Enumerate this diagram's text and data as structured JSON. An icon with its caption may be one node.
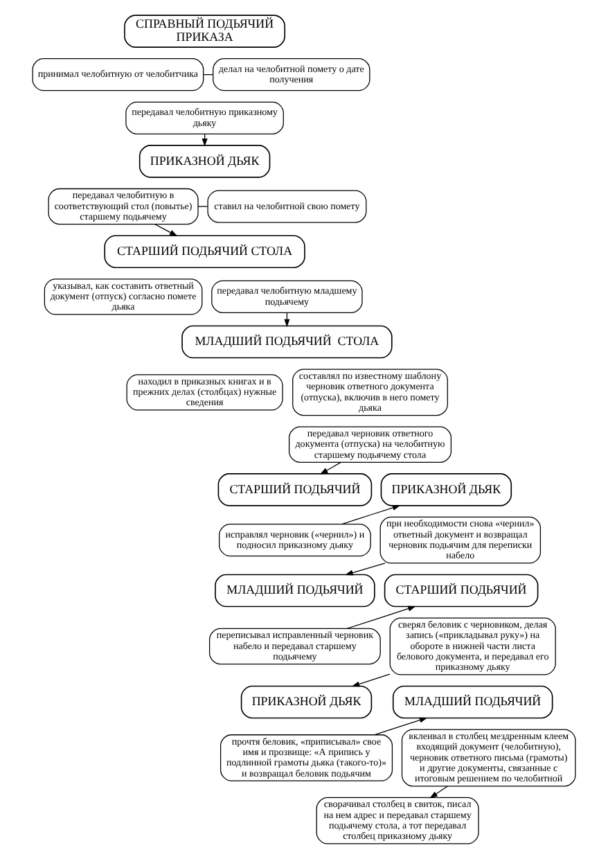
{
  "diagram": {
    "nodes": [
      {
        "text": [
          "СПРАВНЫЙ ПОДЬЯЧИЙ ПРИКАЗА"
        ]
      },
      {
        "text": [
          "принимал челобитную от челобитчика"
        ]
      },
      {
        "text": [
          "делал на челобитной помету о дате получения"
        ]
      },
      {
        "text": [
          "передавал челобитную приказному дьяку"
        ]
      },
      {
        "text": [
          "ПРИКАЗНОЙ ДЬЯК"
        ]
      },
      {
        "text": [
          "передавал челобитную в соответствующий стол (повытье) старшему подьячему"
        ]
      },
      {
        "text": [
          "ставил на челобитной свою помету"
        ]
      },
      {
        "text": [
          "СТАРШИЙ ПОДЬЯЧИЙ СТОЛА"
        ]
      },
      {
        "text": [
          "указывал, как составить ответный документ (отпуск) согласно помете дьяка"
        ]
      },
      {
        "text": [
          "передавал челобитную младшему подьячему"
        ]
      },
      {
        "text": [
          "МЛАДШИЙ ПОДЬЯЧИЙ  СТОЛА"
        ]
      },
      {
        "text": [
          "находил в приказных книгах и в прежних делах (столбцах) нужные сведения"
        ]
      },
      {
        "text": [
          "составлял по известному шаблону черновик ответного документа (отпуска), включив в него помету дьяка"
        ]
      },
      {
        "text": [
          "передавал черновик ответного документа (отпуска) на челобитную старшему подьячему стола"
        ]
      },
      {
        "text": [
          "СТАРШИЙ ПОДЬЯЧИЙ"
        ]
      },
      {
        "text": [
          "исправлял черновик («чернил») и подносил приказному дьяку"
        ]
      },
      {
        "text": [
          "ПРИКАЗНОЙ ДЬЯК"
        ]
      },
      {
        "text": [
          "при необходимости снова «чернил» ответный документ и возвращал черновик подьячим для переписки набело"
        ]
      },
      {
        "text": [
          "МЛАДШИЙ ПОДЬЯЧИЙ"
        ]
      },
      {
        "text": [
          "переписывал исправленный черновик набело и передавал старшему подьячему"
        ]
      },
      {
        "text": [
          "СТАРШИЙ ПОДЬЯЧИЙ"
        ]
      },
      {
        "text": [
          "сверял беловик с черновиком, делая запись («прикладывал руку») на обороте в нижней части листа белового документа, и передавал его приказному дьяку"
        ]
      },
      {
        "text": [
          "ПРИКАЗНОЙ ДЬЯК"
        ]
      },
      {
        "text": [
          "прочтя беловик, «приписывал» свое имя и прозвище: «А припись у подлинной грамоты дьяка (такого-то)» и возвращал беловик подьячим"
        ]
      },
      {
        "text": [
          "МЛАДШИЙ ПОДЬЯЧИЙ"
        ]
      },
      {
        "text": [
          "вклеивал в столбец мездренным клеем входящий документ (челобитную), черновик ответного письма (грамоты) и другие документы, связанные с итоговым решением по челобитной"
        ]
      },
      {
        "text": [
          "сворачивал столбец в свиток, писал на нем адрес и передавал старшему подьячему стола, а тот передавал столбец приказному дьяку"
        ]
      }
    ],
    "edges": [
      {
        "from": 1,
        "to": 2,
        "arrow": "none"
      },
      {
        "from": 3,
        "to": 4,
        "arrow": "to"
      },
      {
        "from": 5,
        "to": 6,
        "arrow": "none"
      },
      {
        "from": 5,
        "to": 7,
        "arrow": "to"
      },
      {
        "from": 9,
        "to": 10,
        "arrow": "to"
      },
      {
        "from": 13,
        "to": 14,
        "arrow": "to"
      },
      {
        "from": 15,
        "to": 16,
        "arrow": "to"
      },
      {
        "from": 17,
        "to": 18,
        "arrow": "to"
      },
      {
        "from": 19,
        "to": 20,
        "arrow": "to"
      },
      {
        "from": 21,
        "to": 22,
        "arrow": "to"
      },
      {
        "from": 23,
        "to": 24,
        "arrow": "to"
      },
      {
        "from": 25,
        "to": 26,
        "arrow": "to"
      }
    ]
  }
}
